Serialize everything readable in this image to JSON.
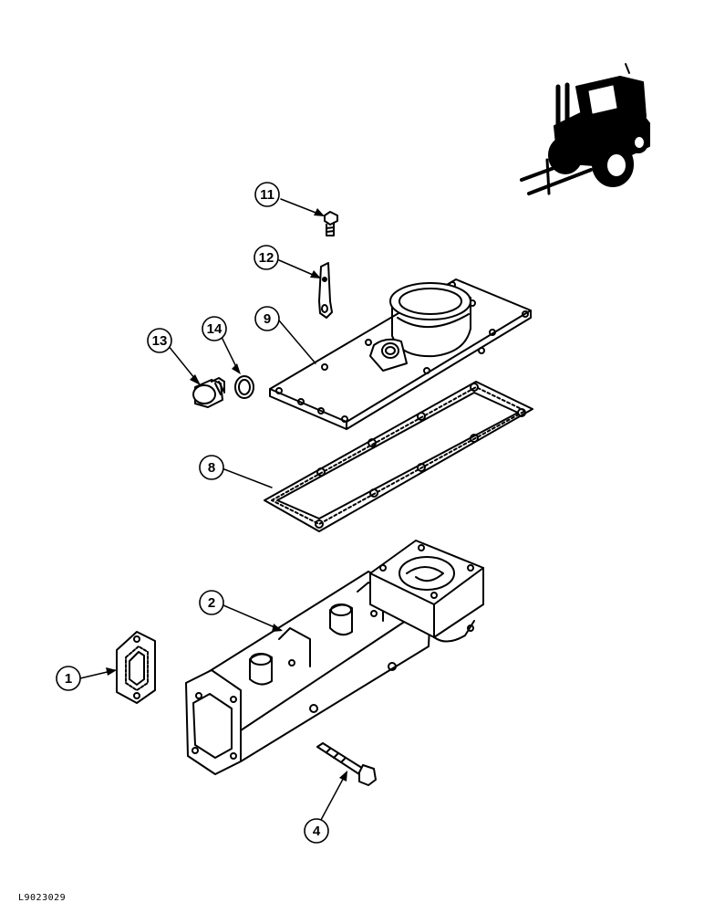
{
  "callouts": {
    "c1": "1",
    "c2": "2",
    "c4": "4",
    "c8": "8",
    "c9": "9",
    "c11": "11",
    "c12": "12",
    "c13": "13",
    "c14": "14"
  },
  "footer": {
    "doc_code": "L9023029"
  },
  "icons": {
    "vehicle": "forklift-icon"
  },
  "colors": {
    "ink": "#000000",
    "paper": "#ffffff"
  }
}
